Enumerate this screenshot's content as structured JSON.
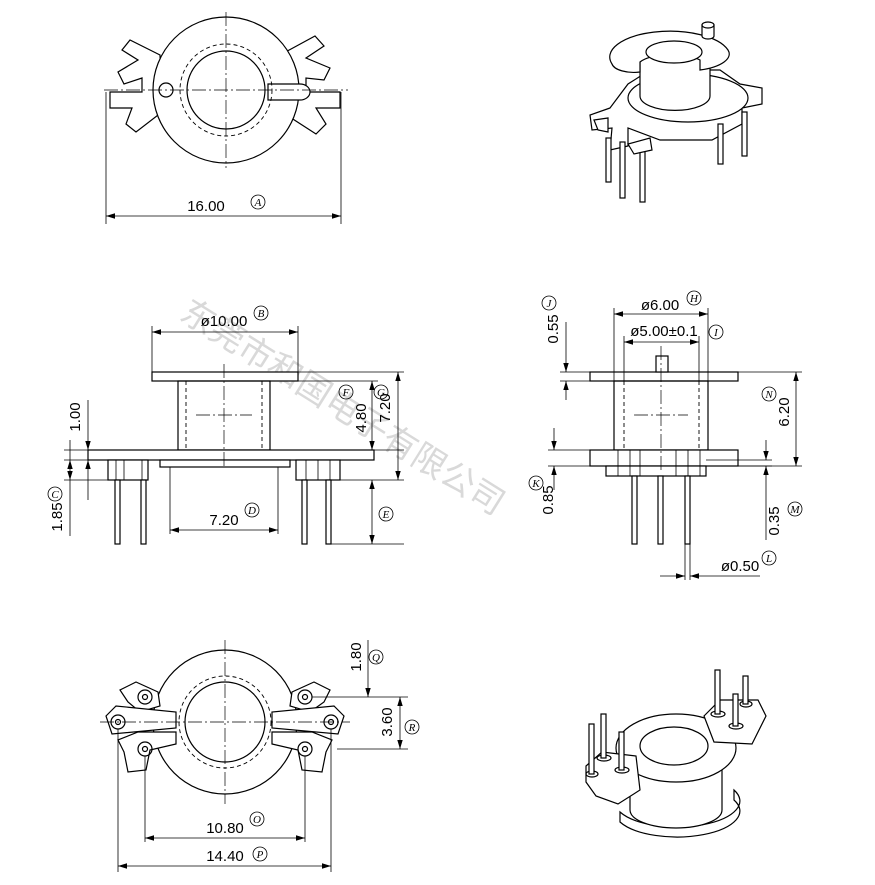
{
  "watermark": "东莞市和国电子有限公司",
  "dimensions": {
    "A": {
      "value": "16.00",
      "tag": "A"
    },
    "B": {
      "value": "ø10.00",
      "tag": "B"
    },
    "C": {
      "value": "1.85",
      "tag": "C"
    },
    "C2": {
      "value": "1.00"
    },
    "D": {
      "value": "7.20",
      "tag": "D"
    },
    "E": {
      "value": "",
      "tag": "E"
    },
    "F": {
      "value": "4.80",
      "tag": "F"
    },
    "G": {
      "value": "7.20",
      "tag": "G"
    },
    "H": {
      "value": "ø6.00",
      "tag": "H"
    },
    "I": {
      "value": "ø5.00±0.1",
      "tag": "I"
    },
    "J": {
      "value": "0.55",
      "tag": "J"
    },
    "K": {
      "value": "0.85",
      "tag": "K"
    },
    "L": {
      "value": "ø0.50",
      "tag": "L"
    },
    "M": {
      "value": "0.35",
      "tag": "M"
    },
    "N": {
      "value": "6.20",
      "tag": "N"
    },
    "O": {
      "value": "10.80",
      "tag": "O"
    },
    "P": {
      "value": "14.40",
      "tag": "P"
    },
    "Q": {
      "value": "1.80",
      "tag": "Q"
    },
    "R": {
      "value": "3.60",
      "tag": "R"
    }
  }
}
